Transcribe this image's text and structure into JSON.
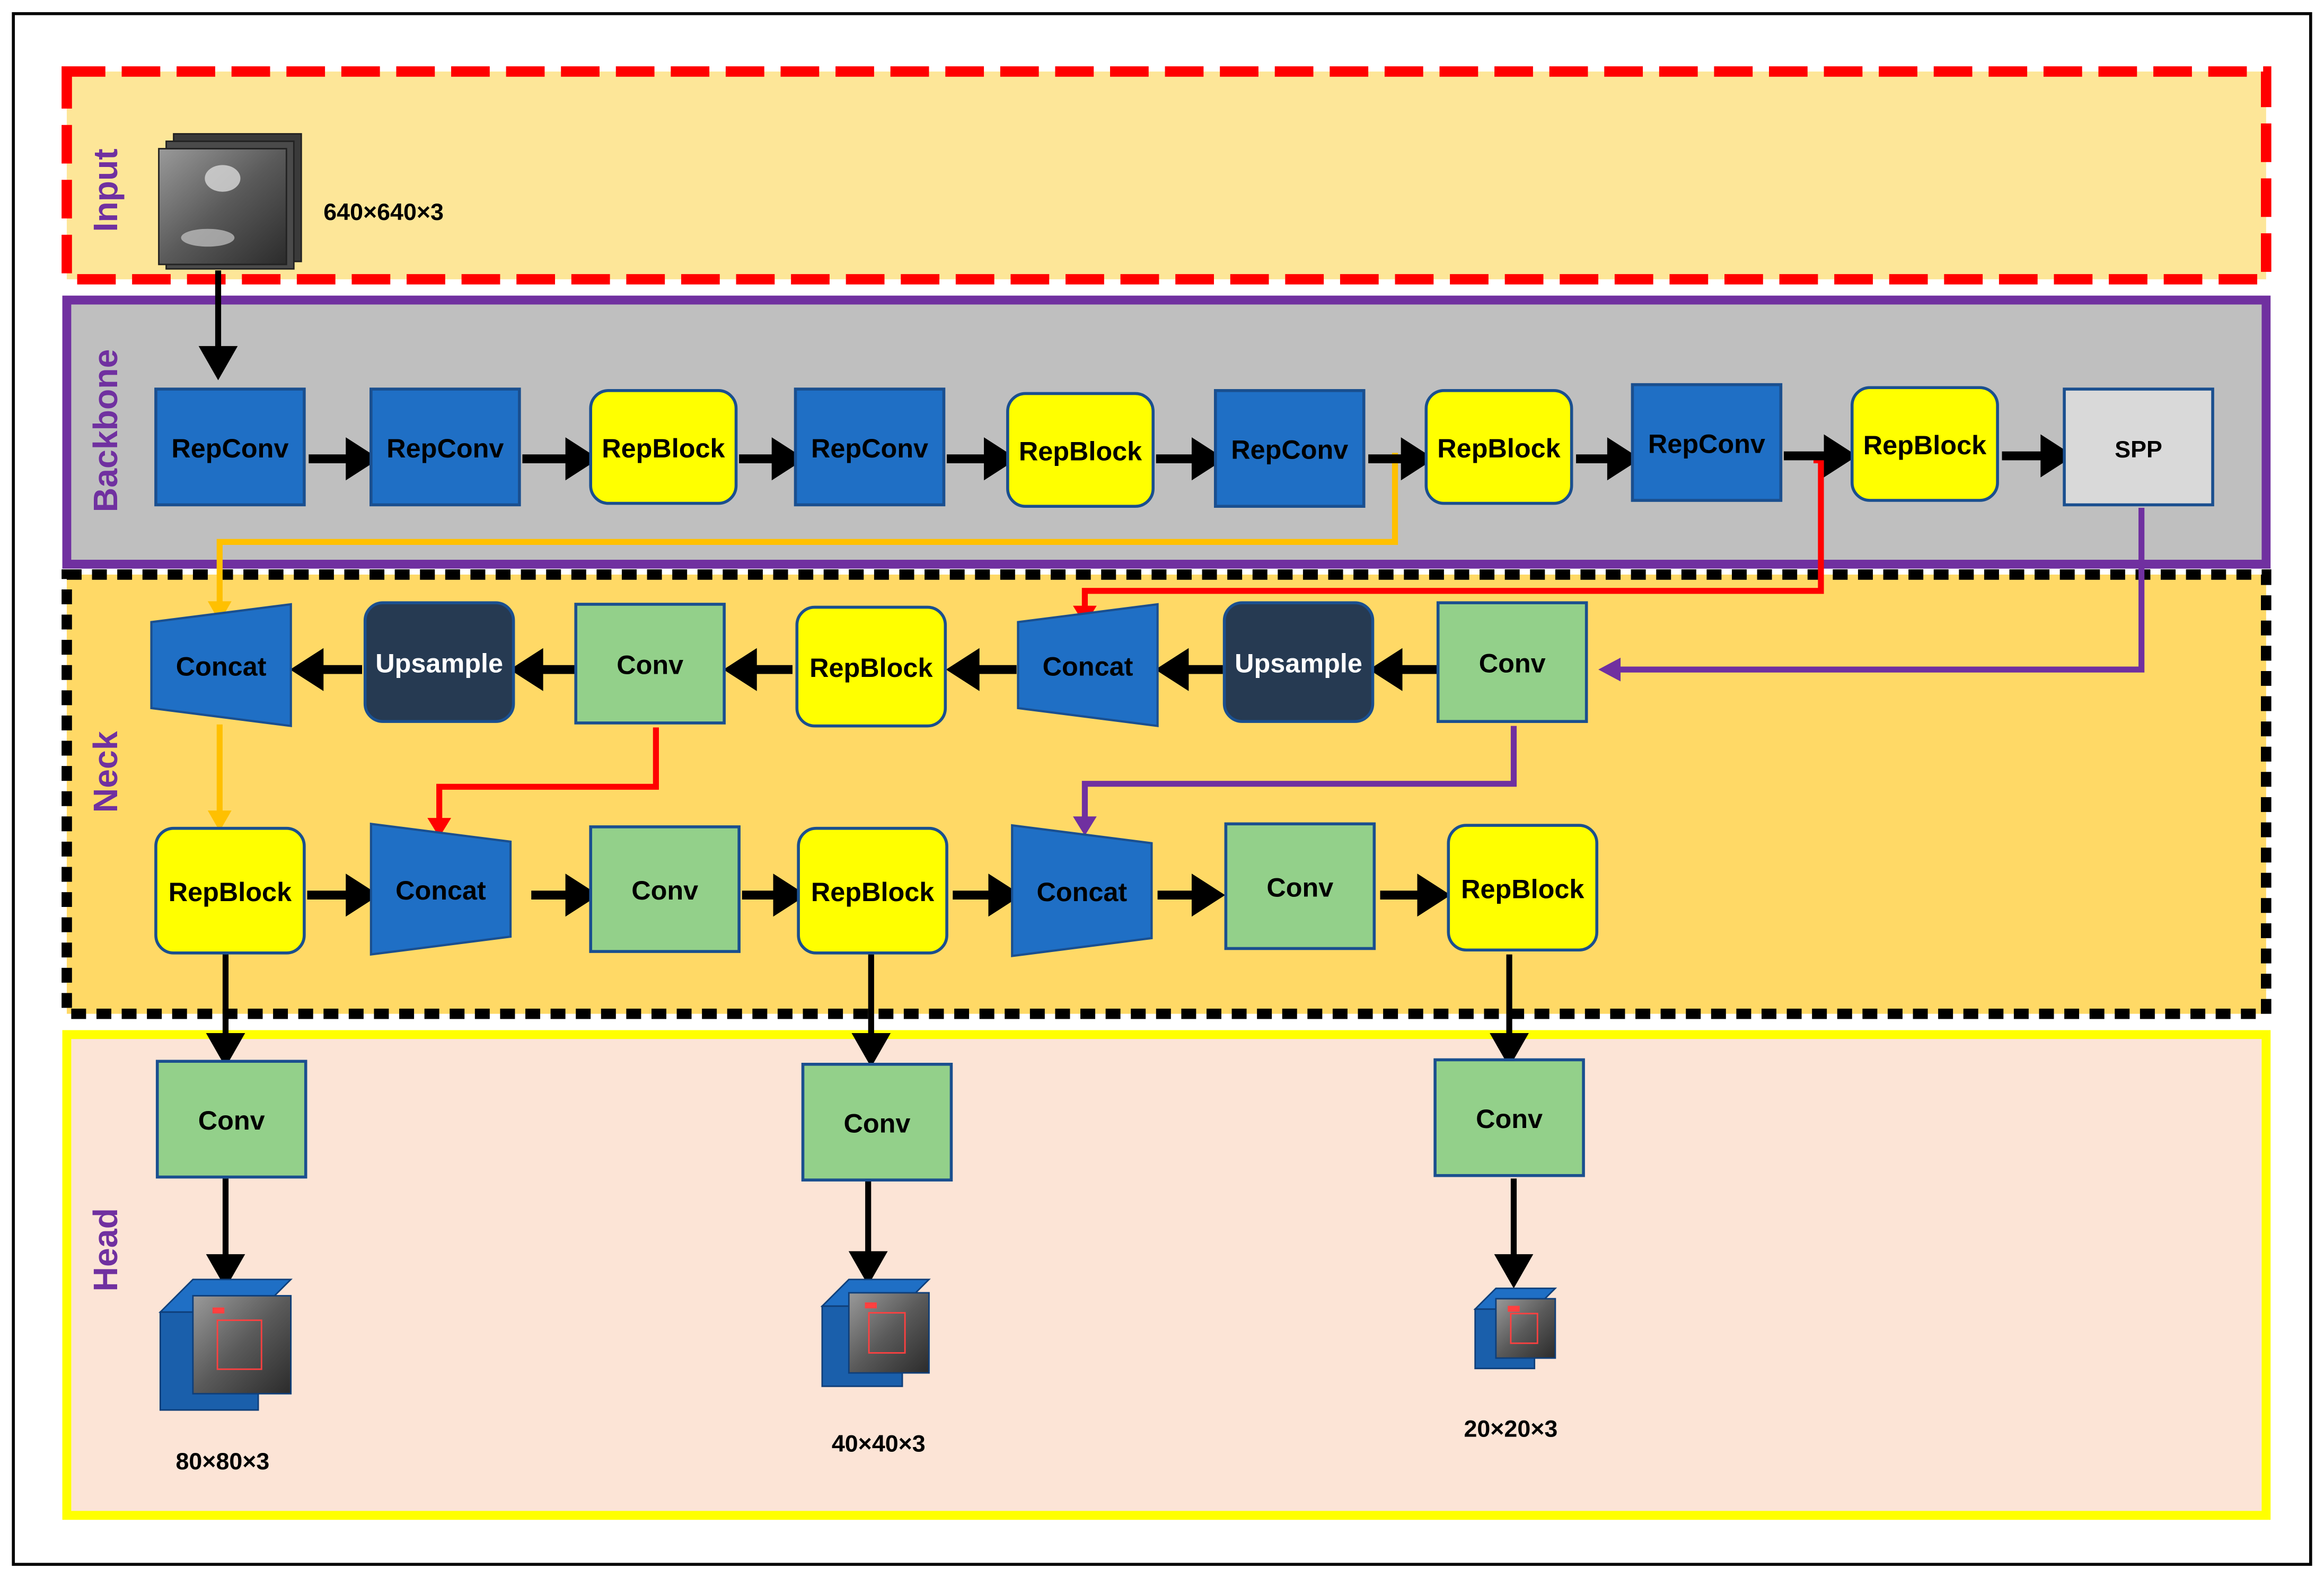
{
  "colors": {
    "input_bg": "#fde698",
    "input_border": "#ff0000",
    "backbone_bg": "#bfbfbf",
    "backbone_border": "#7030a0",
    "neck_bg": "#ffd966",
    "neck_border": "#000000",
    "head_bg": "#fce4d6",
    "head_border": "#ffff00",
    "section_label": "#7030a0",
    "repconv": "#1f6fc5",
    "repblock": "#ffff00",
    "conv": "#93d08a",
    "upsample": "#263a52",
    "spp": "#d9d9d9",
    "concat": "#1f6fc5",
    "arrow_black": "#000000",
    "arrow_orange": "#ffc000",
    "arrow_red": "#ff0000",
    "arrow_purple": "#7030a0"
  },
  "sections": {
    "input": "Input",
    "backbone": "Backbone",
    "neck": "Neck",
    "head": "Head"
  },
  "input_size": "640×640×3",
  "backbone": [
    "RepConv",
    "RepConv",
    "RepBlock",
    "RepConv",
    "RepBlock",
    "RepConv",
    "RepBlock",
    "RepConv",
    "RepBlock",
    "SPP"
  ],
  "neck_row1": [
    "Concat",
    "Upsample",
    "Conv",
    "RepBlock",
    "Concat",
    "Upsample",
    "Conv"
  ],
  "neck_row2": [
    "RepBlock",
    "Concat",
    "Conv",
    "RepBlock",
    "Concat",
    "Conv",
    "RepBlock"
  ],
  "head": {
    "convs": [
      "Conv",
      "Conv",
      "Conv"
    ],
    "outputs": [
      "80×80×3",
      "40×40×3",
      "20×20×3"
    ]
  }
}
